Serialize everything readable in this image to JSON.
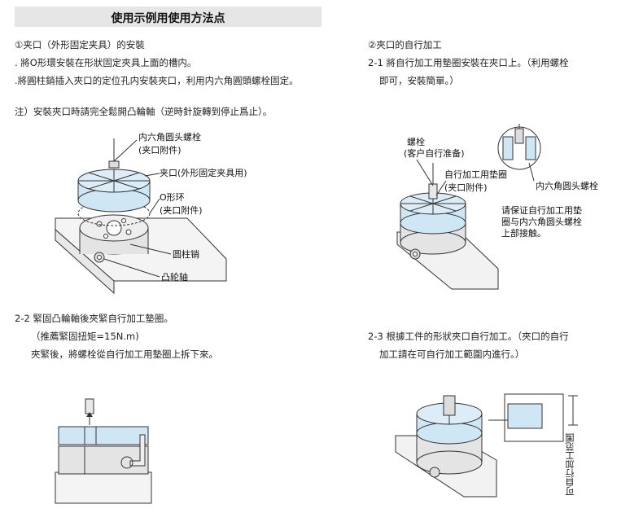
{
  "title": "使用示例用使用方法点",
  "left": {
    "section1_heading": "①夹口（外形固定夹具）的安裝",
    "line1": ". 將O形環安裝在形狀固定夾具上面的槽内。",
    "line2": ".將圓柱銷插入夾口的定位孔内安裝夾口，利用内六角圓頭螺栓固定。",
    "note": "注）安裝夾口時請完全鬆開凸輪軸（逆時針旋轉到停止爲止）。",
    "fig1_labels": {
      "bolt": "内六角圆头螺栓",
      "bolt_sub": "(夹口附件)",
      "jaw": "夹口(外形固定夹具用)",
      "oring": "O形环",
      "oring_sub": "(夹口附件)",
      "pin": "圆柱销",
      "cam": "凸轮轴"
    },
    "section22_heading": "2-2  緊固凸輪軸後夾緊自行加工墊圈。",
    "section22_line1": "（推薦緊固扭矩=15N.m)",
    "section22_line2": "夾緊後，將螺栓從自行加工用墊圈上拆下來。"
  },
  "right": {
    "section2_heading": "②夾口的自行加工",
    "section21_line1": "2-1 將自行加工用墊圈安裝在夾口上。（利用螺栓",
    "section21_line2": "即可，安裝簡單。）",
    "fig2_labels": {
      "bolt": "螺栓",
      "bolt_sub": "(客户自行准备)",
      "washer": "自行加工用垫圈",
      "washer_sub": "(夹口附件)",
      "hex_bolt": "内六角圆头螺栓",
      "note_line1": "请保证自行加工用垫",
      "note_line2": "圈与内六角圆头螺栓",
      "note_line3": "上部接触。"
    },
    "section23_line1": "2-3 根據工件的形狀夾口自行加工。（夾口的自行",
    "section23_line2": "加工請在可自行加工範圍内進行。）",
    "fig4_label": "可自行加工范围"
  },
  "colors": {
    "jaw_blue": "#cfe6f5",
    "metal_gray": "#e0e0e0",
    "base_gray": "#ececec",
    "line": "#333333",
    "title_bg": "#e6e6e6"
  }
}
